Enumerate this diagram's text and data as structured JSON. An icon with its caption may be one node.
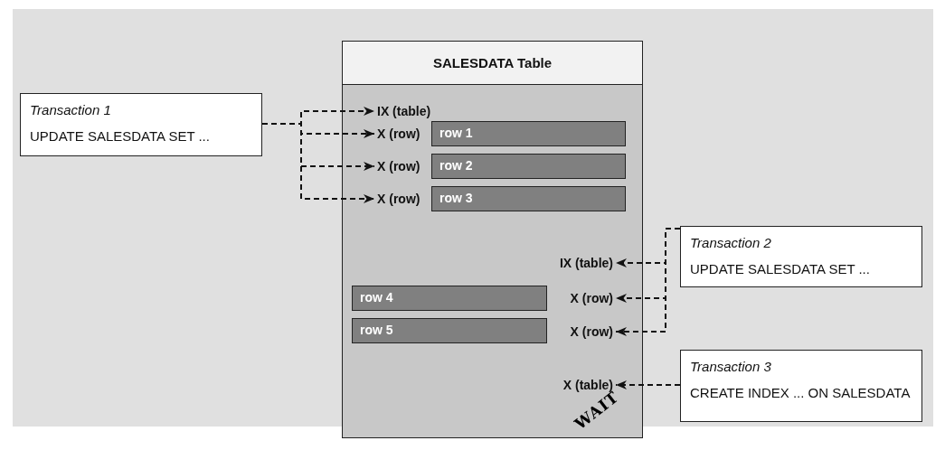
{
  "diagram": {
    "nodes": [
      {
        "text": [
          "SALESDATA Table"
        ]
      },
      {
        "text": [
          "Transaction 1",
          "UPDATE SALESDATA SET ..."
        ]
      },
      {
        "text": [
          "IX (table)"
        ],
        "in": 0
      },
      {
        "text": [
          "X (row)"
        ],
        "in": 0
      },
      {
        "text": [
          "row 1"
        ],
        "in": 0
      },
      {
        "text": [
          "X (row)"
        ],
        "in": 0
      },
      {
        "text": [
          "row 2"
        ],
        "in": 0
      },
      {
        "text": [
          "X (row)"
        ],
        "in": 0
      },
      {
        "text": [
          "row 3"
        ],
        "in": 0
      },
      {
        "text": [
          "Transaction 2",
          "UPDATE SALESDATA SET ..."
        ]
      },
      {
        "text": [
          "IX (table)"
        ],
        "in": 0
      },
      {
        "text": [
          "row 4"
        ],
        "in": 0
      },
      {
        "text": [
          "X (row)"
        ],
        "in": 0
      },
      {
        "text": [
          "row 5"
        ],
        "in": 0
      },
      {
        "text": [
          "X (row)"
        ],
        "in": 0
      },
      {
        "text": [
          "Transaction 3",
          "CREATE INDEX ... ON SALESDATA"
        ]
      },
      {
        "text": [
          "X (table)"
        ],
        "in": 0
      }
    ],
    "edges": [
      {
        "from": 1,
        "to": 2,
        "arrow": "to",
        "style": "dashed"
      },
      {
        "from": 1,
        "to": 3,
        "arrow": "to",
        "style": "dashed"
      },
      {
        "from": 1,
        "to": 5,
        "arrow": "to",
        "style": "dashed"
      },
      {
        "from": 1,
        "to": 7,
        "arrow": "to",
        "style": "dashed"
      },
      {
        "from": 9,
        "to": 10,
        "arrow": "to",
        "style": "dashed"
      },
      {
        "from": 9,
        "to": 12,
        "arrow": "to",
        "style": "dashed"
      },
      {
        "from": 9,
        "to": 14,
        "arrow": "to",
        "style": "dashed"
      },
      {
        "from": 15,
        "to": 16,
        "arrow": "to",
        "style": "dashed"
      }
    ],
    "labels": [
      "WAIT"
    ]
  }
}
